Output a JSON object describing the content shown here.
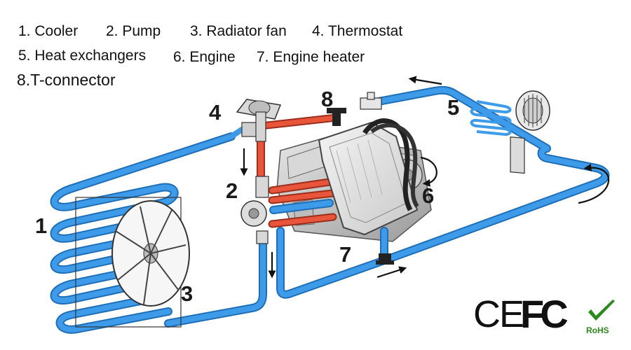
{
  "legend": [
    "1. Cooler",
    "2. Pump",
    "3. Radiator fan",
    "4. Thermostat",
    "5. Heat exchangers",
    "6. Engine",
    "7. Engine heater",
    "8.T-connector"
  ],
  "callouts": [
    "1",
    "2",
    "3",
    "4",
    "5",
    "6",
    "7",
    "8"
  ],
  "certifications": {
    "ce": "CE",
    "fc": "FC",
    "rohs": "RoHS"
  },
  "colors": {
    "cold_pipe": "#3d9be9",
    "hot_pipe": "#e8553a",
    "outline": "#333333",
    "rohs_green": "#2b8a1c"
  }
}
